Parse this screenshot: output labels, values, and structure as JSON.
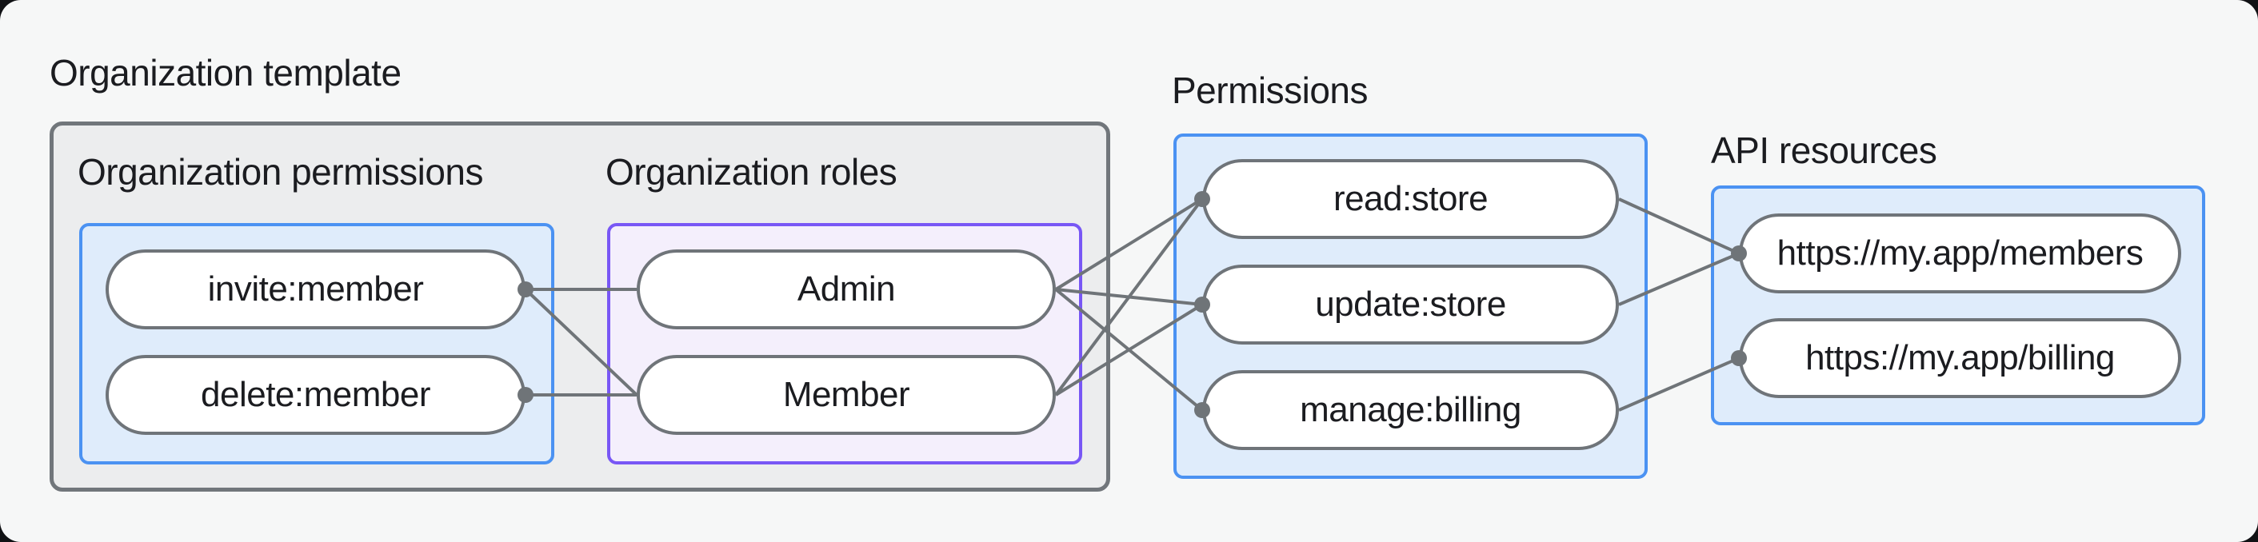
{
  "diagram_title": "Organization template",
  "groups": {
    "template": {
      "label": "Organization template"
    },
    "org_permissions": {
      "label": "Organization permissions",
      "items": [
        "invite:member",
        "delete:member"
      ]
    },
    "org_roles": {
      "label": "Organization roles",
      "items": [
        "Admin",
        "Member"
      ]
    },
    "permissions": {
      "label": "Permissions",
      "items": [
        "read:store",
        "update:store",
        "manage:billing"
      ]
    },
    "api_resources": {
      "label": "API resources",
      "items": [
        "https://my.app/members",
        "https://my.app/billing"
      ]
    }
  },
  "connections": [
    {
      "from": "invite-member",
      "to": "admin",
      "dot": "from"
    },
    {
      "from": "invite-member",
      "to": "member",
      "dot": "from"
    },
    {
      "from": "delete-member",
      "to": "member",
      "dot": "from"
    },
    {
      "from": "admin",
      "to": "read-store",
      "dot": "to"
    },
    {
      "from": "admin",
      "to": "update-store",
      "dot": "to"
    },
    {
      "from": "admin",
      "to": "manage-billing",
      "dot": "to"
    },
    {
      "from": "member",
      "to": "read-store",
      "dot": "to"
    },
    {
      "from": "member",
      "to": "update-store",
      "dot": "to"
    },
    {
      "from": "read-store",
      "to": "api-members",
      "dot": "to"
    },
    {
      "from": "update-store",
      "to": "api-members",
      "dot": "to"
    },
    {
      "from": "manage-billing",
      "to": "api-billing",
      "dot": "to"
    }
  ],
  "colors": {
    "page_background": "#F6F7F7",
    "template_box_fill": "#ECEDEE",
    "template_box_border": "#71767B",
    "blue_box_fill": "#DFECFB",
    "blue_box_border": "#4B92F2",
    "purple_box_fill": "#F4EFFC",
    "purple_box_border": "#7857F5",
    "pill_fill": "#FFFFFF",
    "pill_border": "#6F7479",
    "wire": "#6F7478",
    "text": "#1B1C20"
  }
}
